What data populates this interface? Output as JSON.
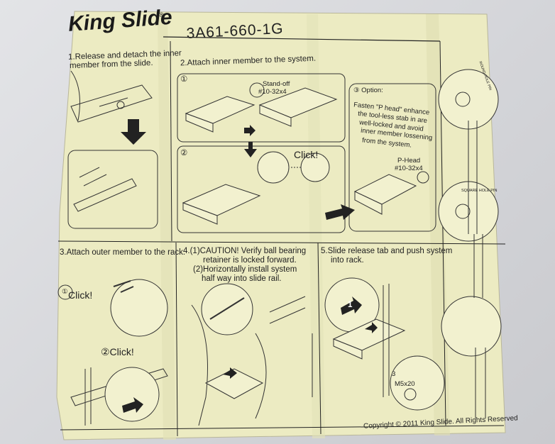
{
  "brand": {
    "name": "King Slide",
    "registered": "®"
  },
  "part_number": "3A61-660-1G",
  "steps": {
    "s1": {
      "line1": "1.Release and detach the inner",
      "line2": "member from the slide."
    },
    "s2": {
      "title": "2.Attach inner member to the system.",
      "sub1": "①",
      "sub2": "②",
      "standoff": "Stand-off",
      "standoff_spec": "#10-32x4",
      "click": "Click!"
    },
    "s3": {
      "label": "③ Option:",
      "text1": "Fasten \"P head\" enhance",
      "text2": "the tool-less stab in are",
      "text3": "well-locked and avoid",
      "text4": "inner member lossening",
      "text5": "from the system.",
      "phead": "P-Head",
      "phead_spec": "#10-32x4"
    },
    "s3b": {
      "title": "3.Attach outer member to the rack.",
      "click1": "Click!",
      "click2": "②Click!",
      "num1": "①"
    },
    "s4": {
      "line1": "4.(1)CAUTION! Verify ball bearing",
      "line2": "retainer is locked forward.",
      "line3": "(2)Horizontally install system",
      "line4": "half way into slide rail."
    },
    "s5": {
      "line1": "5.Slide release tab and push system",
      "line2": "into rack.",
      "num1": "1",
      "num3": "3",
      "screw": "M5x20"
    },
    "side": {
      "label1": "ROUND HOLE PIN",
      "label2": "SQUARE HOLE PIN"
    }
  },
  "copyright": "Copyright © 2011 King Slide. All Rights Reserved"
}
